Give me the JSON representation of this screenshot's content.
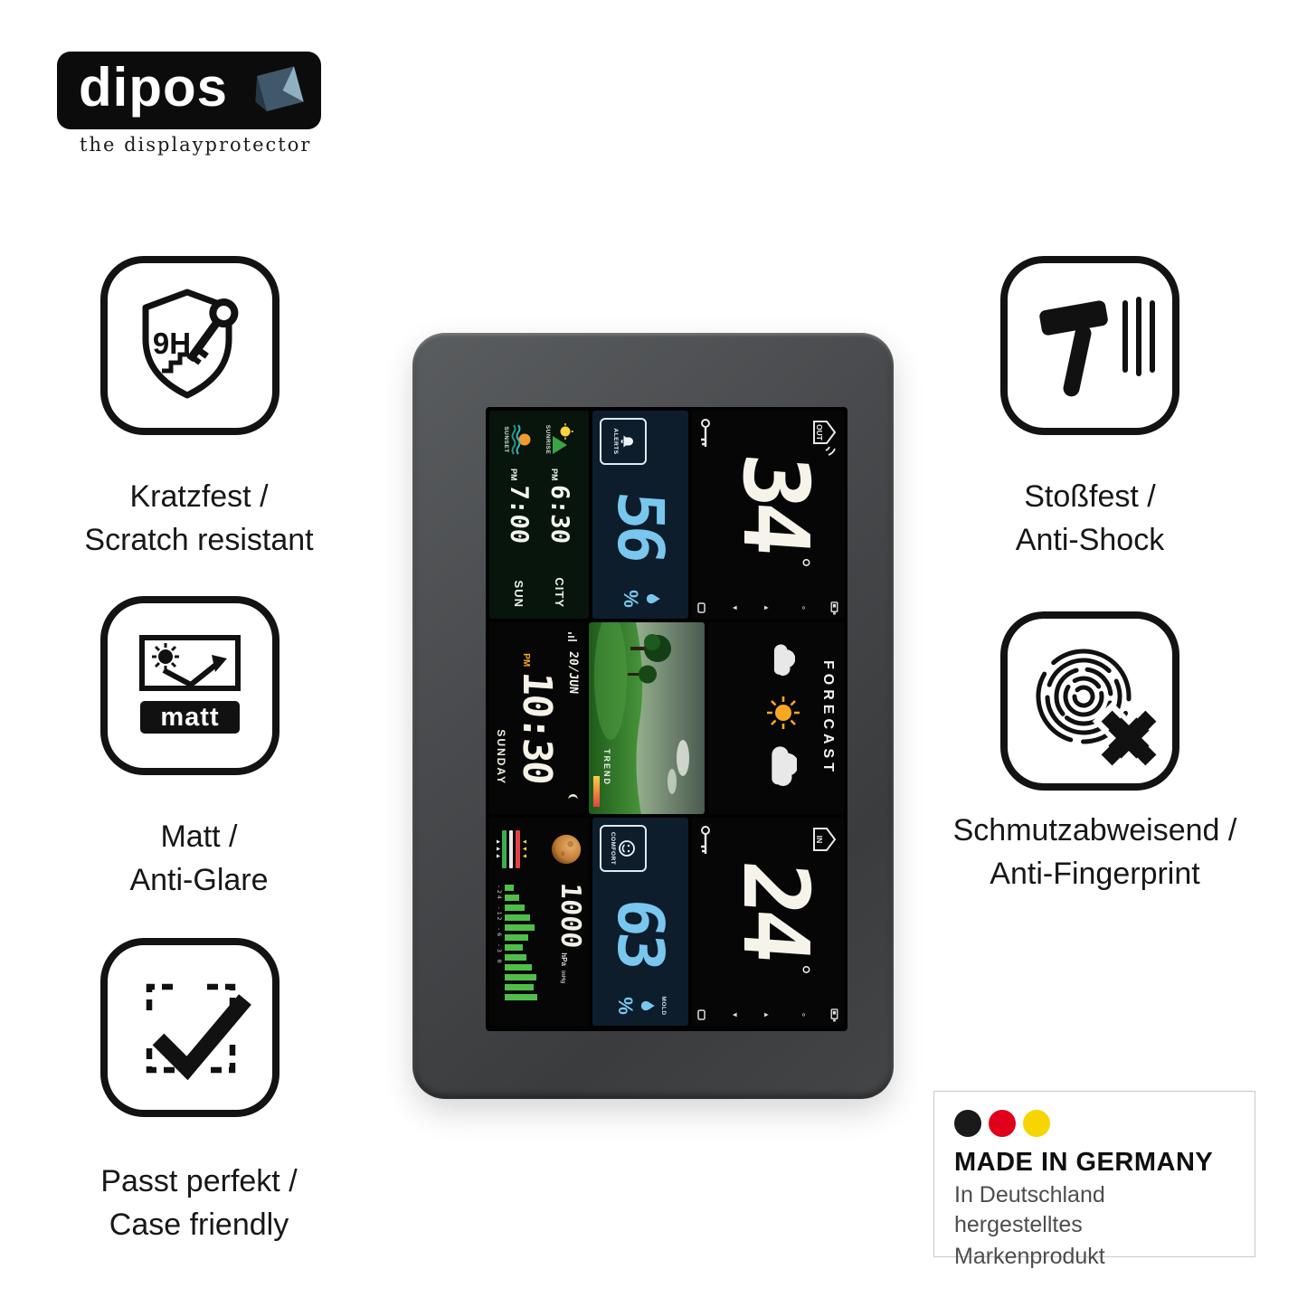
{
  "brand": {
    "logo_text": "dipos",
    "tagline": "the displayprotector",
    "logo_bg": "#0c0c0c"
  },
  "features": {
    "left": [
      {
        "icon": "shield-9h-key-icon",
        "icon_text": "9H",
        "caption_line1": "Kratzfest /",
        "caption_line2": "Scratch resistant"
      },
      {
        "icon": "matt-anti-glare-icon",
        "icon_text": "matt",
        "caption_line1": "Matt /",
        "caption_line2": "Anti-Glare"
      },
      {
        "icon": "perfect-fit-check-icon",
        "caption_line1": "Passt perfekt /",
        "caption_line2": "Case friendly"
      }
    ],
    "right": [
      {
        "icon": "hammer-shock-icon",
        "caption_line1": "Stoßfest /",
        "caption_line2": "Anti-Shock"
      },
      {
        "icon": "fingerprint-x-icon",
        "caption_line1": "Schmutzabweisend /",
        "caption_line2": "Anti-Fingerprint"
      }
    ]
  },
  "made_in_germany": {
    "flag_colors": [
      "#1a1a1a",
      "#e0001b",
      "#f6d500"
    ],
    "title": "MADE IN GERMANY",
    "line1": "In Deutschland hergestelltes",
    "line2": "Markenprodukt"
  },
  "device": {
    "kind": "color weather station",
    "lcd": {
      "outdoor": {
        "house_label": "OUT",
        "temperature": "34",
        "degree": "°",
        "humidity": "56",
        "percent": "%",
        "alerts_label": "ALERTS"
      },
      "sun_panel": {
        "sunrise_label": "SUNRISE",
        "sunset_label": "SUNSET",
        "sunrise_time": "6:30",
        "sunset_time": "7:00",
        "meridiem": "PM",
        "day": "SUN",
        "city_label": "CITY"
      },
      "clock": {
        "meridiem": "PM",
        "time": "10:30",
        "date": "20/JUN",
        "weekday": "SUNDAY"
      },
      "forecast": {
        "label": "FORECAST",
        "trend_label": "TREND"
      },
      "indoor": {
        "house_label": "IN",
        "temperature": "24",
        "degree": "°",
        "humidity": "63",
        "percent": "%",
        "comfort_label": "COMFORT",
        "mold_label": "MOLD"
      },
      "pressure": {
        "value": "1000",
        "unit_primary": "hPa",
        "unit_secondary": "inHg",
        "history_scale": "-24 -12 -6 -3 0"
      }
    },
    "colors": {
      "digits_white": "#f6f3ea",
      "digits_cyan": "#79c7ee",
      "accent_orange": "#f7a823",
      "frame_gray": "#46484b"
    }
  }
}
